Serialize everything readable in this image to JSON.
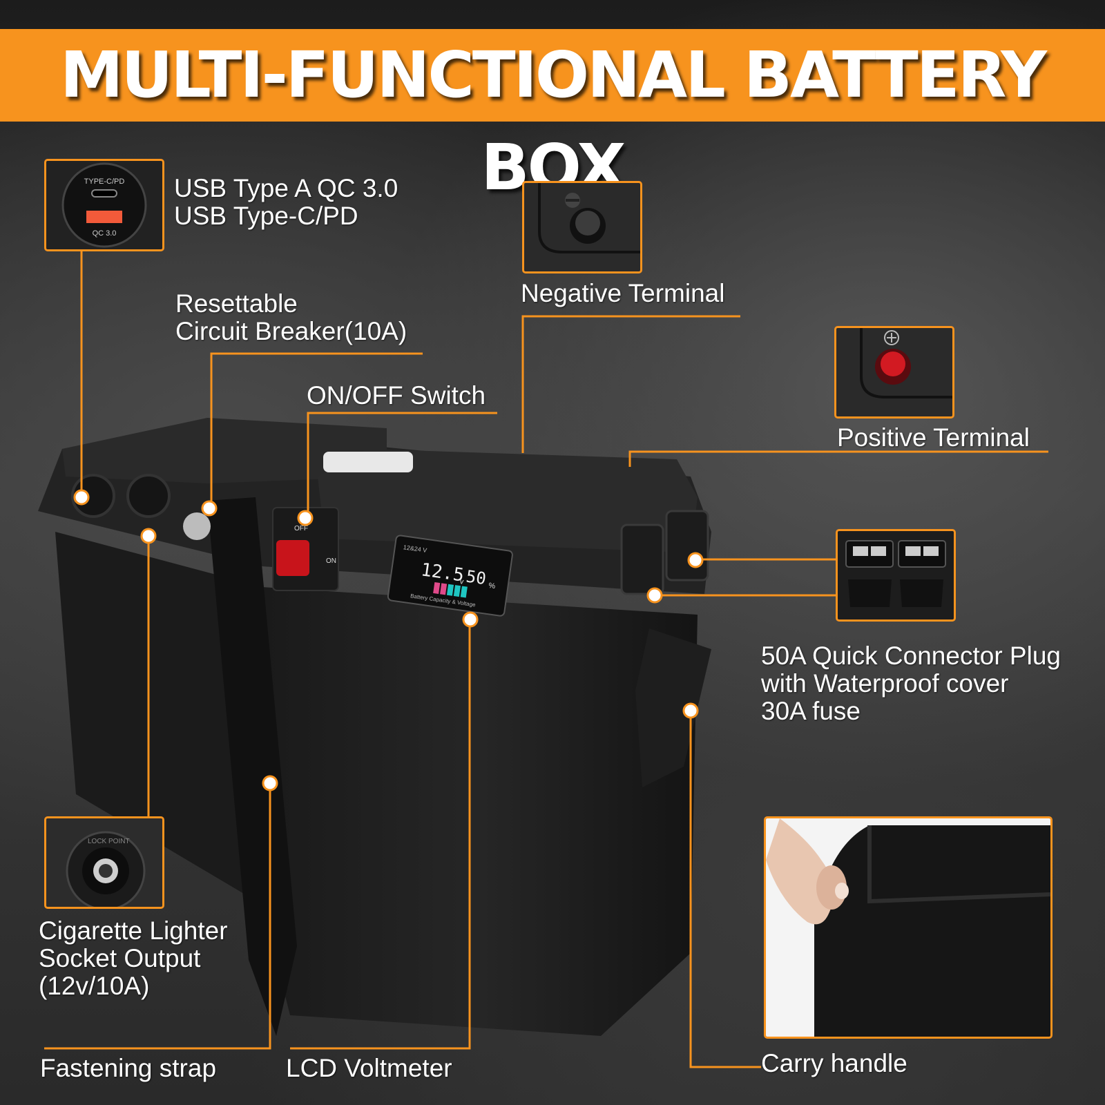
{
  "banner": {
    "title": "MULTI-FUNCTIONAL BATTERY BOX",
    "color": "#f7931e"
  },
  "usb": {
    "line1": "USB Type A QC 3.0",
    "line2": "USB Type-C/PD",
    "port_label_top": "TYPE-C/PD",
    "port_label_bottom": "QC 3.0"
  },
  "breaker": {
    "line1": "Resettable",
    "line2": "Circuit Breaker(10A)"
  },
  "switch": {
    "label": "ON/OFF Switch",
    "off": "OFF",
    "on": "ON"
  },
  "negative": {
    "label": "Negative Terminal"
  },
  "positive": {
    "label": "Positive Terminal"
  },
  "connector": {
    "line1": "50A Quick Connector Plug",
    "line2": "with Waterproof cover",
    "line3": "30A fuse"
  },
  "cigarette": {
    "line1": "Cigarette Lighter",
    "line2": "Socket Output",
    "line3": "(12v/10A)",
    "ring_text": "LOCK POINT"
  },
  "fastening": {
    "label": "Fastening strap"
  },
  "lcd": {
    "label": "LCD Voltmeter",
    "volt_range": "12&24 V",
    "voltage": "12.5",
    "volt_unit": "v",
    "percent": "50",
    "percent_unit": "%",
    "caption": "Battery Capacity & Voltage"
  },
  "carry": {
    "label": "Carry handle"
  },
  "icons": [
    "usb-port-icon",
    "breaker-icon",
    "switch-icon",
    "terminal-icon",
    "connector-icon",
    "socket-icon",
    "hand-icon"
  ]
}
